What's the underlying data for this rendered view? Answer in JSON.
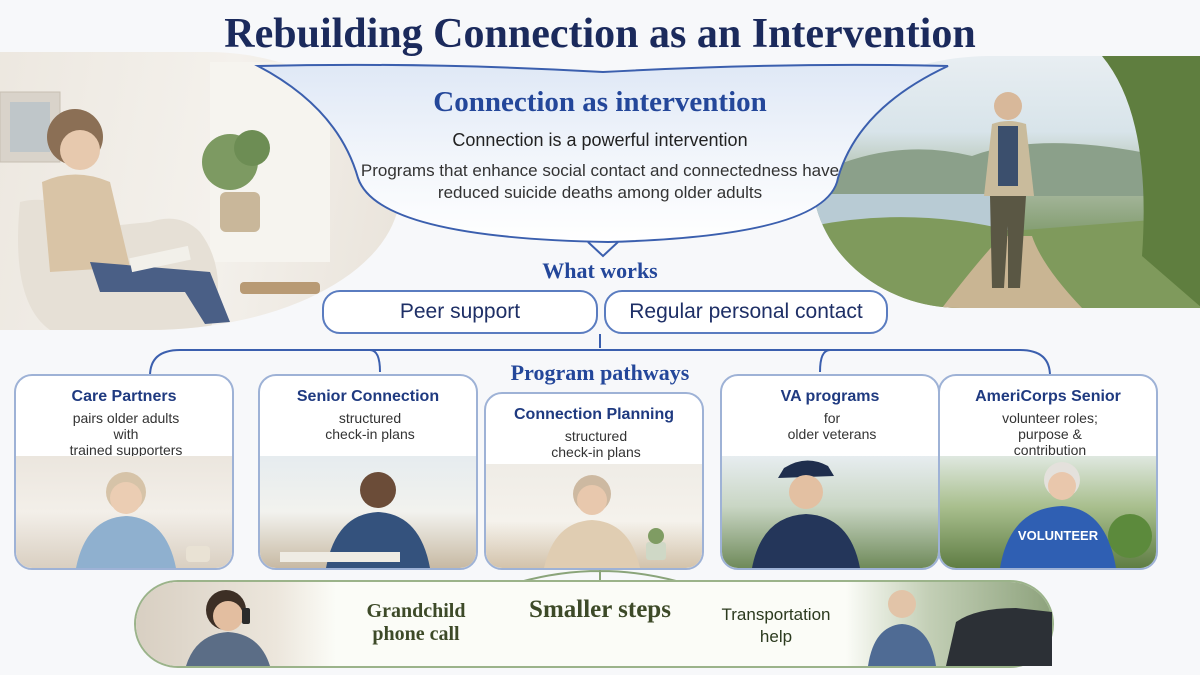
{
  "title": "Rebuilding Connection as an Intervention",
  "center": {
    "title": "Connection as intervention",
    "subtitle": "Connection is a powerful intervention",
    "body": "Programs that enhance social contact and connectedness have reduced suicide deaths among older adults"
  },
  "what_works": {
    "title": "What works",
    "items": [
      "Peer support",
      "Regular  personal contact"
    ]
  },
  "program_pathways": {
    "title": "Program pathways",
    "cards": [
      {
        "title": "Care Partners",
        "description": "pairs older adults\nwith\ntrained supporters"
      },
      {
        "title": "Senior Connection",
        "description": "structured\ncheck-in plans"
      },
      {
        "title": "Connection Planning",
        "description": "structured\ncheck-in plans"
      },
      {
        "title": "VA programs",
        "description": "for\nolder veterans"
      },
      {
        "title": "AmeriCorps Senior",
        "description": "volunteer roles;\npurpose &\ncontribution"
      }
    ]
  },
  "smaller_steps": {
    "title": "Smaller steps",
    "left": "Grandchild\nphone call",
    "right": "Transportation\nhelp"
  },
  "photo_labels": {
    "volunteer_shirt": "VOLUNTEER"
  },
  "colors": {
    "title": "#1b2a5c",
    "accent_blue": "#24479a",
    "card_border": "#9eb2d6",
    "pill_border": "#5a7cc0",
    "green_border": "#9bb38a",
    "green_text": "#3d4a28"
  }
}
